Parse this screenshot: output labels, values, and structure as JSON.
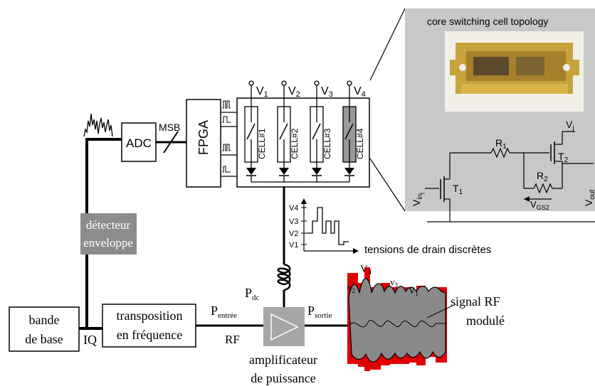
{
  "blocks": {
    "adc": "ADC",
    "fpga": "FPGA",
    "msb": "MSB",
    "baseband_line1": "bande",
    "baseband_line2": "de base",
    "iq": "IQ",
    "upconv_line1": "transposition",
    "upconv_line2": "en fréquence",
    "detector_line1": "détecteur",
    "detector_line2": "enveloppe",
    "pa_line1": "amplificateur",
    "pa_line2": "de puissance"
  },
  "rf_labels": {
    "p_in": "P",
    "p_in_sub": "entrée",
    "rf": "RF",
    "p_out": "P",
    "p_out_sub": "sortie",
    "p_dc": "P",
    "p_dc_sub": "dc"
  },
  "supplies": [
    {
      "v": "V",
      "sub": "1"
    },
    {
      "v": "V",
      "sub": "2"
    },
    {
      "v": "V",
      "sub": "3"
    },
    {
      "v": "V",
      "sub": "4"
    }
  ],
  "cells": [
    "CELL#1",
    "CELL#2",
    "CELL#3",
    "CELL#4"
  ],
  "drain_voltages": {
    "levels": [
      "V4",
      "V3",
      "V2",
      "V1"
    ],
    "caption": "tensions de drain discrètes"
  },
  "output_signal": {
    "markers": {
      "v4": "V",
      "v4_sub": "4",
      "v3": "v",
      "v3_sub": "3",
      "v2": "v",
      "v2_sub": "2",
      "v1": "V",
      "v1_sub": "1"
    },
    "label_line1": "signal RF",
    "label_line2": "modulé"
  },
  "inset": {
    "title": "core switching cell topology",
    "r1": "R",
    "r1_sub": "1",
    "r2": "R",
    "r2_sub": "2",
    "t1": "T",
    "t1_sub": "1",
    "t2": "T",
    "t2_sub": "2",
    "vj": "V",
    "vj_sub": "j",
    "vin": "V",
    "vin_sub": "in",
    "vin_sub2": "j",
    "vgs": "V",
    "vgs_sub": "GS2",
    "vout": "V",
    "vout_sub": "out"
  },
  "colors": {
    "detector_fill": "#8c8c8c",
    "inset_fill": "#c8c8c8",
    "signal_gray": "#8a8a8a",
    "signal_red": "#e00000",
    "cell4_fill": "#999999",
    "pa_fill": "#a6a6a6"
  }
}
